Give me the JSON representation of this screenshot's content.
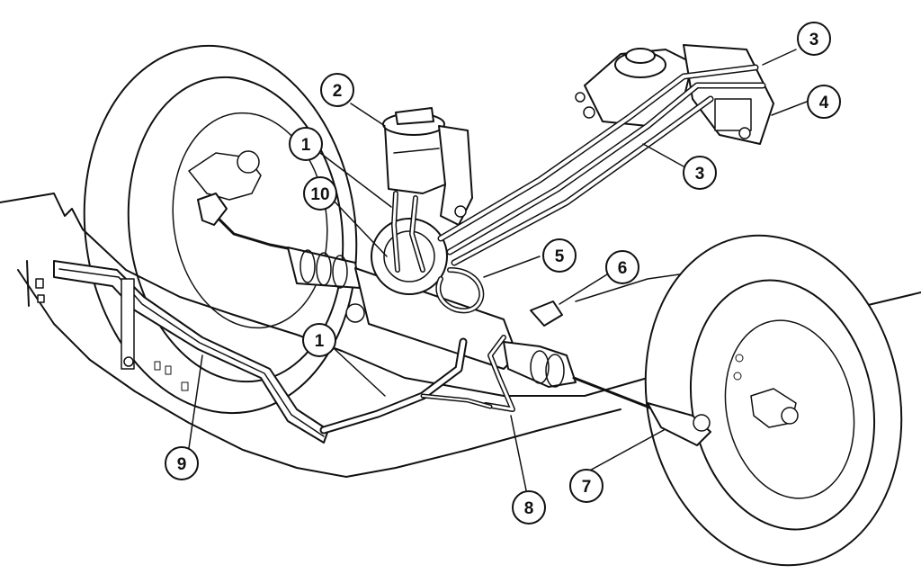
{
  "colors": {
    "ink": "#111111",
    "paper": "#ffffff"
  },
  "callouts": [
    {
      "id": "c1a",
      "number": "1"
    },
    {
      "id": "c1b",
      "number": "1"
    },
    {
      "id": "c2",
      "number": "2"
    },
    {
      "id": "c3a",
      "number": "3"
    },
    {
      "id": "c3b",
      "number": "3"
    },
    {
      "id": "c4",
      "number": "4"
    },
    {
      "id": "c5",
      "number": "5"
    },
    {
      "id": "c6",
      "number": "6"
    },
    {
      "id": "c7",
      "number": "7"
    },
    {
      "id": "c8",
      "number": "8"
    },
    {
      "id": "c9",
      "number": "9"
    },
    {
      "id": "c10",
      "number": "10"
    }
  ]
}
